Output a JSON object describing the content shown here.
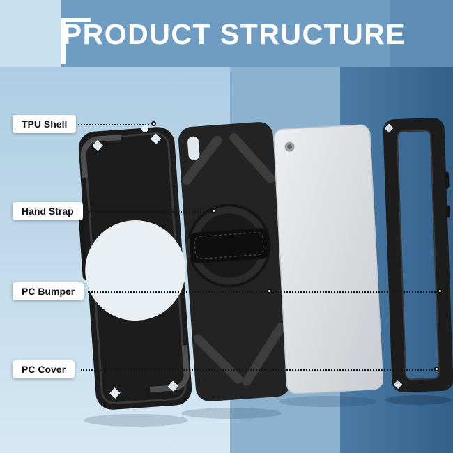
{
  "title": "PRODUCT STRUCTURE",
  "callouts": [
    {
      "label": "TPU Shell"
    },
    {
      "label": "Hand Strap"
    },
    {
      "label": "PC Bumper"
    },
    {
      "label": "PC Cover"
    }
  ],
  "colors": {
    "title_text": "#ffffff",
    "background_top": "#6f9cc2",
    "background_left": "#bcd7ea",
    "background_mid": "#8db2d0",
    "background_right": "#3f6f9b",
    "label_background": "#ffffff",
    "label_text": "#111111",
    "callout_line": "#15161a",
    "case_black": "#1f1f1f",
    "tablet_gray": "#d7dadd"
  }
}
